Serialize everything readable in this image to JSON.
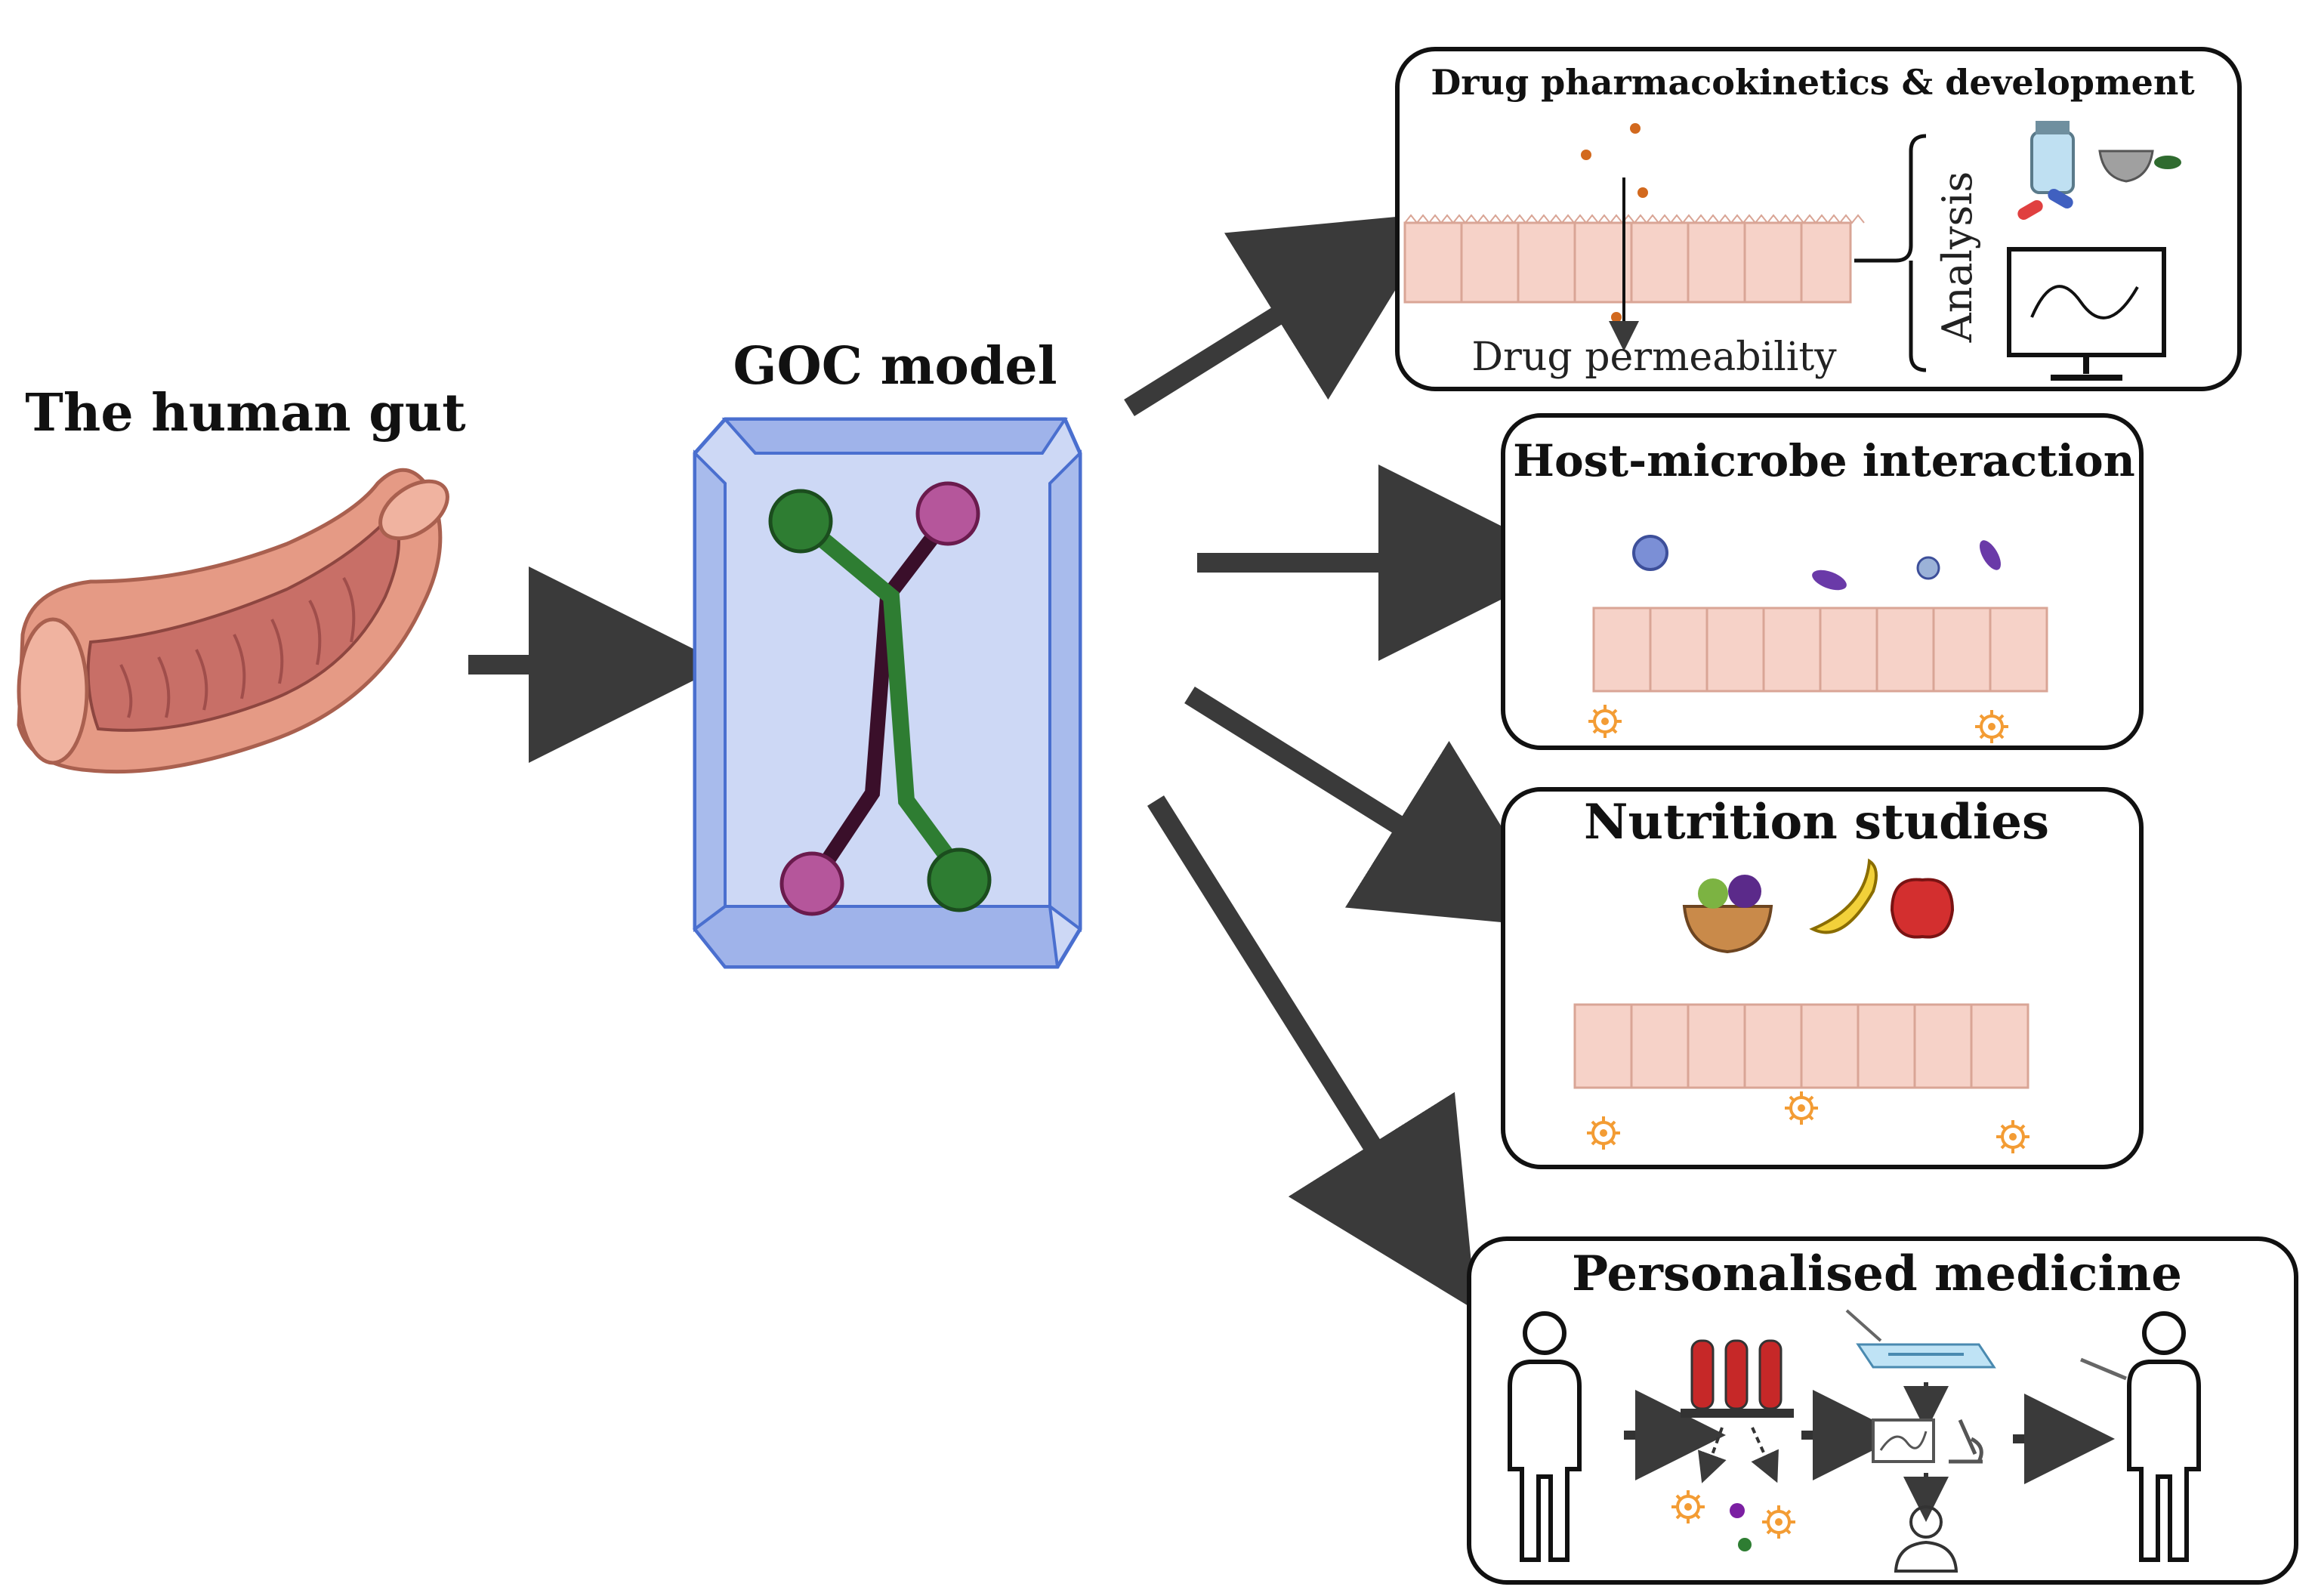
{
  "gut": {
    "title": "The human gut"
  },
  "goc": {
    "title": "GOC model"
  },
  "panels": {
    "drug": {
      "title": "Drug pharmacokinetics  & development",
      "permeability": "Drug permeability",
      "analysis": "Analysis"
    },
    "host": {
      "title": "Host-microbe interaction"
    },
    "nutrition": {
      "title": "Nutrition  studies"
    },
    "personalised": {
      "title": "Personalised medicine"
    }
  },
  "colors": {
    "arrow": "#3a3a3a",
    "chip_fill": "#cdd8f5",
    "chip_edge": "#4a6fcf",
    "channel_green": "#2e7d32",
    "channel_purple": "#6a1b4d",
    "cell_fill": "#f6d2c8",
    "cell_edge": "#d9a596",
    "microbe_purple": "#6a3aa8",
    "immune_orange": "#f39c34",
    "drug_dot": "#d2691e",
    "gut_outer": "#e59a85",
    "gut_inner": "#c86f67"
  }
}
